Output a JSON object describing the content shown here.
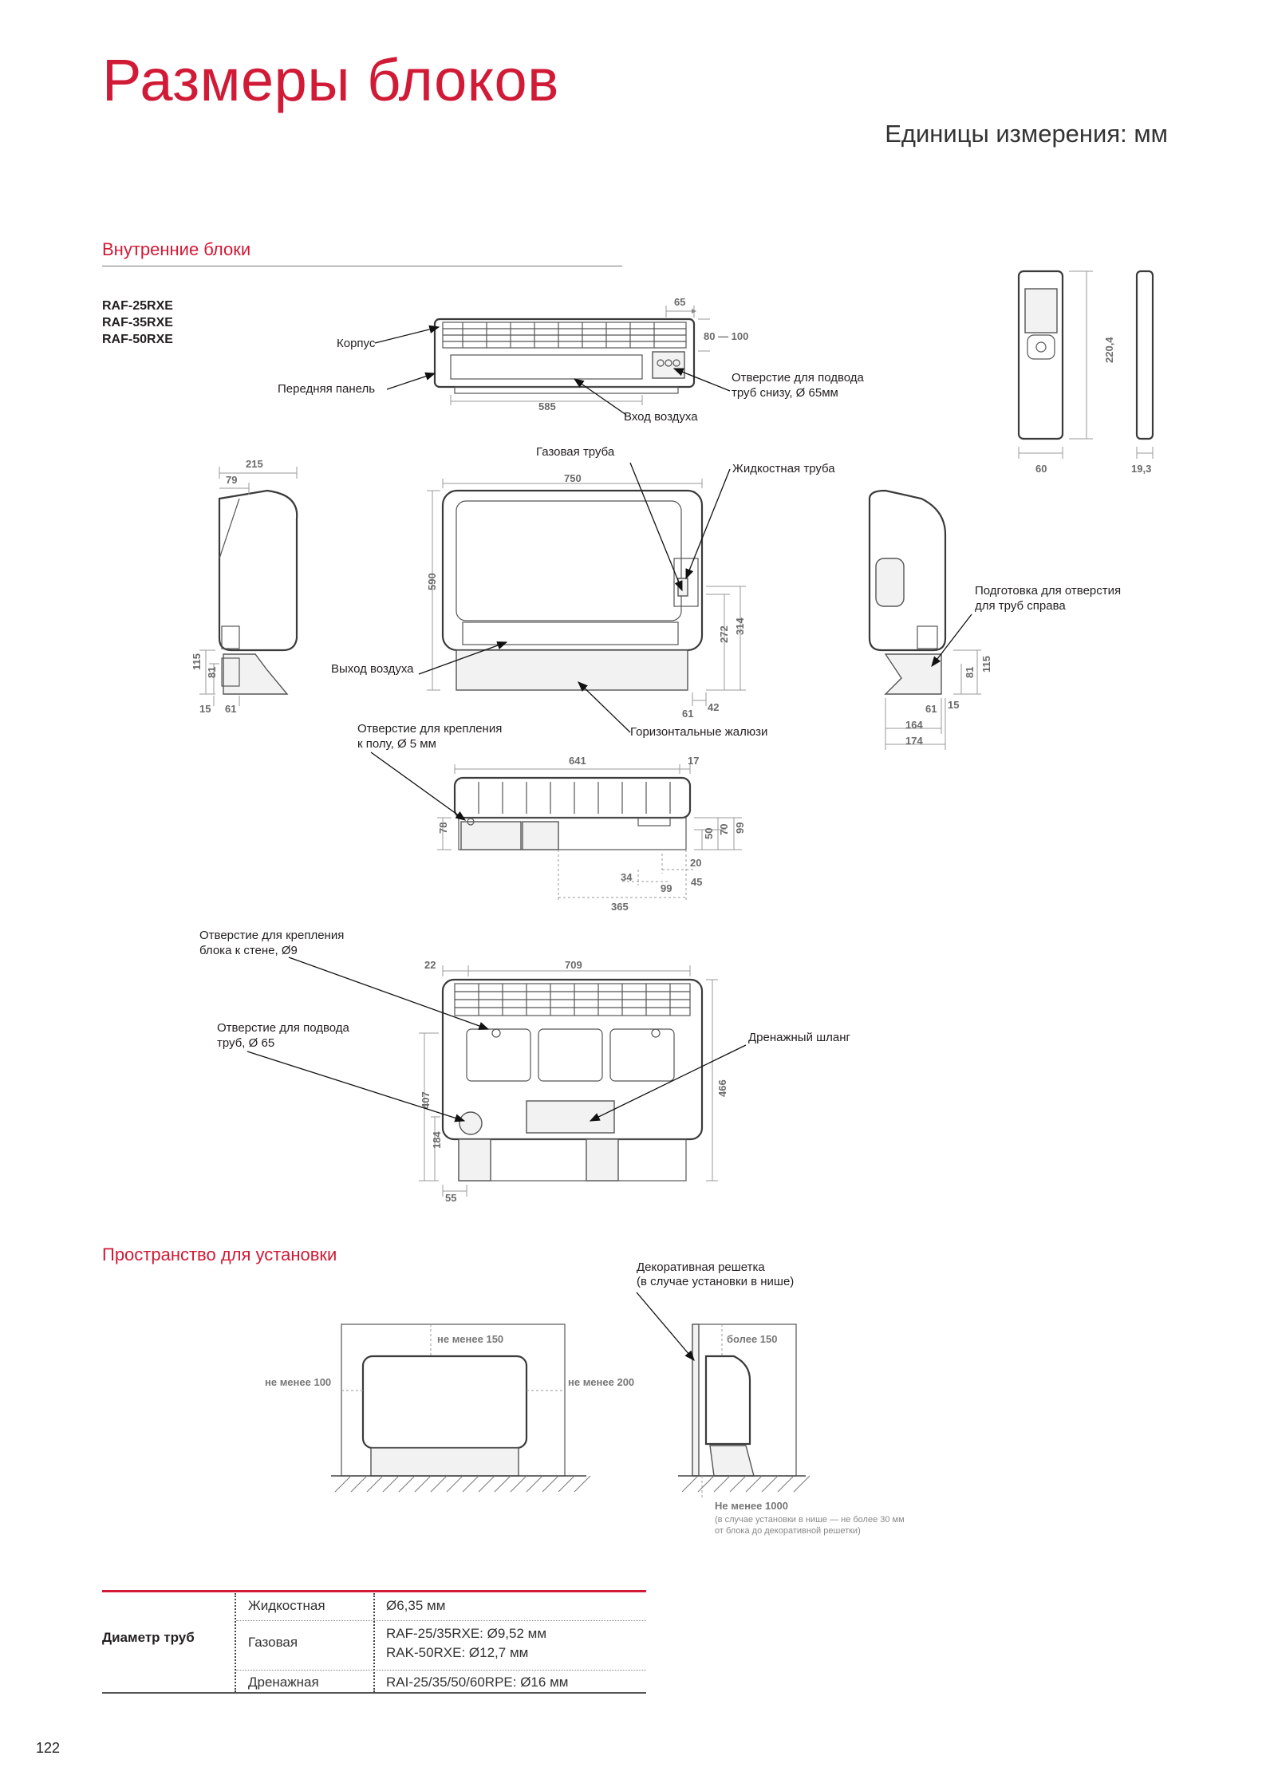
{
  "page": {
    "title": "Размеры блоков",
    "units": "Единицы измерения: мм",
    "page_number": "122"
  },
  "sections": {
    "indoor": "Внутренние блоки",
    "install": "Пространство для установки"
  },
  "models": [
    "RAF-25RXE",
    "RAF-35RXE",
    "RAF-50RXE"
  ],
  "labels": {
    "body": "Корпус",
    "front_panel": "Передняя панель",
    "air_inlet": "Вход воздуха",
    "bottom_hole_1": "Отверстие для подвода",
    "bottom_hole_2": "труб снизу, Ø 65мм",
    "gas_pipe": "Газовая труба",
    "liquid_pipe": "Жидкостная труба",
    "air_outlet": "Выход воздуха",
    "right_prep_1": "Подготовка для отверстия",
    "right_prep_2": "для труб справа",
    "louvers": "Горизонтальные жалюзи",
    "floor_hole_1": "Отверстие для крепления",
    "floor_hole_2": "к полу, Ø 5 мм",
    "wall_hole_1": "Отверстие для крепления",
    "wall_hole_2": "блока к стене, Ø9",
    "pipe_hole_1": "Отверстие для подвода",
    "pipe_hole_2": "труб, Ø 65",
    "drain": "Дренажный шланг",
    "grille_1": "Декоративная решетка",
    "grille_2": "(в случае установки в нише)",
    "min150": "не менее 150",
    "min100": "не менее 100",
    "min200": "не менее 200",
    "more150": "более 150",
    "min1000": "Не менее 1000",
    "niche_note_1": "(в случае установки в нише — не более 30 мм",
    "niche_note_2": "от блока до декоративной решетки)"
  },
  "dims": {
    "top_65": "65",
    "top_80_100": "80 — 100",
    "top_585": "585",
    "side_215": "215",
    "side_79": "79",
    "side_115": "115",
    "side_81": "81",
    "side_15": "15",
    "side_61": "61",
    "front_750": "750",
    "front_590": "590",
    "front_272": "272",
    "front_314": "314",
    "front_61": "61",
    "front_42": "42",
    "rside_81": "81",
    "rside_115": "115",
    "rside_61": "61",
    "rside_15": "15",
    "rside_164": "164",
    "rside_174": "174",
    "bot_641": "641",
    "bot_17": "17",
    "bot_78": "78",
    "bot_50": "50",
    "bot_70": "70",
    "bot_99v": "99",
    "bot_20": "20",
    "bot_34": "34",
    "bot_45": "45",
    "bot_99": "99",
    "bot_365": "365",
    "rear_22": "22",
    "rear_709": "709",
    "rear_407": "407",
    "rear_184": "184",
    "rear_466": "466",
    "rear_55": "55",
    "remote_220": "220,4",
    "remote_60": "60",
    "remote_19": "19,3"
  },
  "table": {
    "row_header": "Диаметр труб",
    "rows": [
      {
        "type": "Жидкостная",
        "value_1": "Ø6,35 мм",
        "value_2": ""
      },
      {
        "type": "Газовая",
        "value_1": "RAF-25/35RXE: Ø9,52 мм",
        "value_2": "RAK-50RXE: Ø12,7 мм"
      },
      {
        "type": "Дренажная",
        "value_1": "RAI-25/35/50/60RPE: Ø16 мм",
        "value_2": ""
      }
    ]
  },
  "colors": {
    "accent": "#d11a36",
    "text": "#231f20"
  }
}
